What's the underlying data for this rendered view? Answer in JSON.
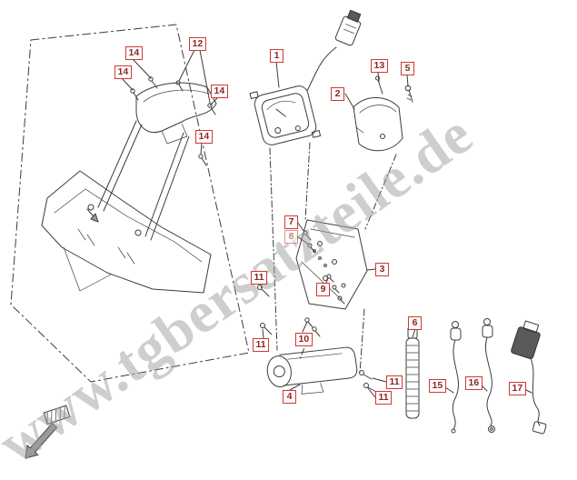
{
  "watermark": {
    "text": "www.tgbersatzteile.de"
  },
  "colors": {
    "label_border": "#cf3a2e",
    "label_text": "#8d2525",
    "line": "#3c3c3c",
    "watermark": "#9e9e9e"
  },
  "labels": [
    {
      "text": "14"
    },
    {
      "text": "12"
    },
    {
      "text": "14"
    },
    {
      "text": "14"
    },
    {
      "text": "14"
    },
    {
      "text": "1"
    },
    {
      "text": "2"
    },
    {
      "text": "13"
    },
    {
      "text": "5"
    },
    {
      "text": "7"
    },
    {
      "text": "8"
    },
    {
      "text": "3"
    },
    {
      "text": "11"
    },
    {
      "text": "9"
    },
    {
      "text": "10"
    },
    {
      "text": "11"
    },
    {
      "text": "6"
    },
    {
      "text": "4"
    },
    {
      "text": "11"
    },
    {
      "text": "11"
    },
    {
      "text": "15"
    },
    {
      "text": "16"
    },
    {
      "text": "17"
    }
  ]
}
